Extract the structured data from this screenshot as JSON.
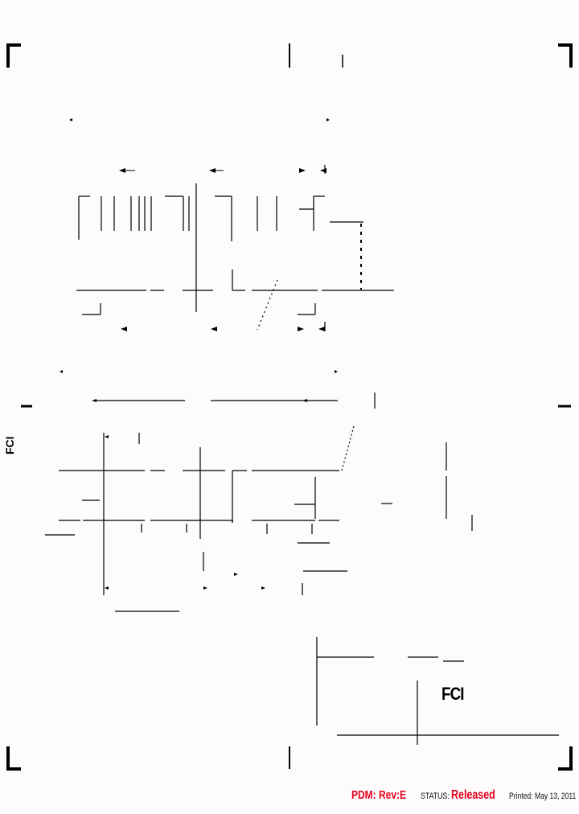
{
  "drawing": {
    "type": "engineering-drawing",
    "company_logo": "FCI",
    "views": [
      "top-view",
      "side-view",
      "front-view"
    ],
    "dimension_labels_legible": false
  },
  "title_block": {
    "logo": "FCI",
    "side_logo": "FCI"
  },
  "footer": {
    "pdm_label": "PDM: Rev:E",
    "status_label": "STATUS:",
    "status_value": "Released",
    "printed": "Printed: May 13, 2011"
  },
  "colors": {
    "status_red": "#e8001c",
    "line": "#000000",
    "paper": "#fdfbfc"
  }
}
